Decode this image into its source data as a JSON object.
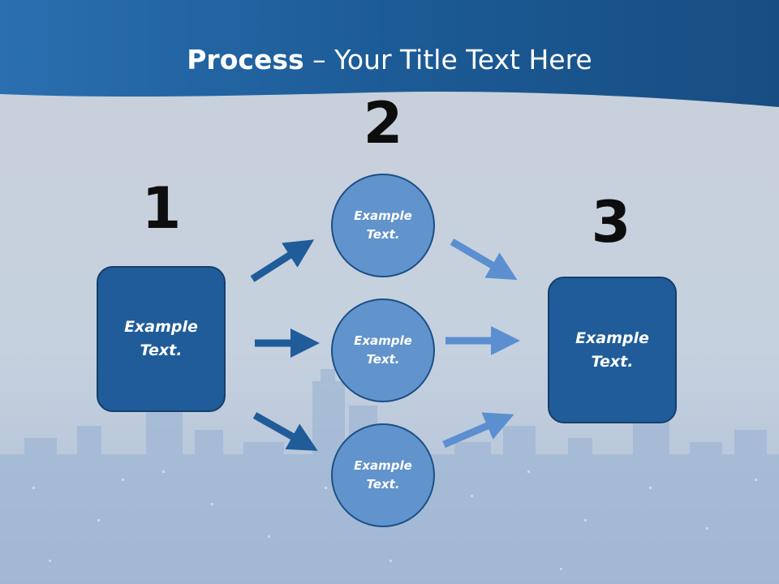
{
  "title": {
    "bold": "Process",
    "rest": " – Your Title Text Here"
  },
  "steps": [
    {
      "number": "1",
      "label": "Example\nText."
    },
    {
      "number": "2",
      "label": "Example\nText."
    },
    {
      "number": "3",
      "label": "Example\nText."
    }
  ],
  "circles": [
    {
      "label": "Example\nText."
    },
    {
      "label": "Example\nText."
    },
    {
      "label": "Example\nText."
    }
  ],
  "colors": {
    "header": "#1c5b96",
    "box_fill": "#1f5c99",
    "circle_fill": "#6193cc",
    "arrow_dark": "#1f5c99",
    "arrow_light": "#5b8fd0"
  }
}
